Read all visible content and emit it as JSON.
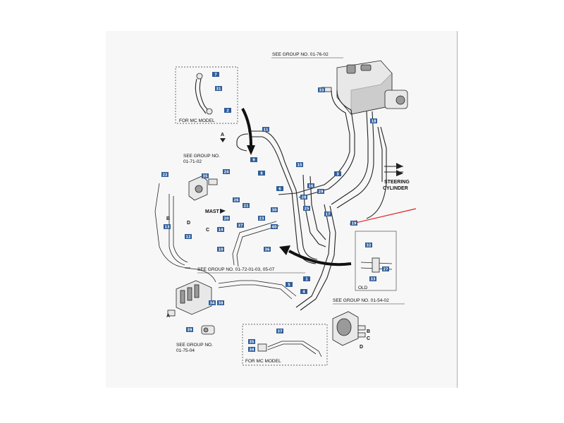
{
  "references": {
    "grp_01_76_02": "SEE GROUP NO. 01-76-02",
    "grp_01_71_02_a": "SEE GROUP NO.",
    "grp_01_71_02_b": "01-71-02",
    "grp_01_72": "SEE GROUP NO. 01-72-01-03, 05-07",
    "grp_01_75_04_a": "SEE GROUP NO.",
    "grp_01_75_04_b": "01-75-04",
    "grp_01_54_02": "SEE GROUP NO. 01-54-02"
  },
  "labels": {
    "for_mc_model_top": "FOR MC MODEL",
    "for_mc_model_bottom": "FOR MC MODEL",
    "steering_a": "STEERING",
    "steering_b": "CYLINDER",
    "mast": "MAST",
    "old": "OLD",
    "letter_a": "A",
    "letter_b": "B",
    "letter_c": "C",
    "letter_d": "D",
    "letter_b2": "B",
    "letter_c2": "C",
    "letter_d2": "D",
    "letter_a2": "A"
  },
  "part_numbers": {
    "p01": "7",
    "p02": "31",
    "p03": "2",
    "p04": "33",
    "p05": "11",
    "p06": "9",
    "p07": "8",
    "p08": "24",
    "p09": "35",
    "p10": "22",
    "p11": "3",
    "p12": "29",
    "p13": "28",
    "p14": "25",
    "p15": "17",
    "p16": "19",
    "p17": "26",
    "p18": "21",
    "p19": "30",
    "p20": "20",
    "p21": "37",
    "p22": "23",
    "p23": "40",
    "p24": "36",
    "p25": "13",
    "p26": "12",
    "p27": "14",
    "p28": "5",
    "p29": "1",
    "p30": "4",
    "p31": "34",
    "p32": "38",
    "p33": "39",
    "p34": "32",
    "p35": "27",
    "p36": "33",
    "p37": "18",
    "p38": "15",
    "p39": "16",
    "p40": "10",
    "p41": "6",
    "p42": "35",
    "p43": "37",
    "p44": "34"
  },
  "colors": {
    "sheet": "#f7f7f7",
    "line": "#222222",
    "badge": "#2f5d9a",
    "callout_arrow": "#e02020"
  }
}
